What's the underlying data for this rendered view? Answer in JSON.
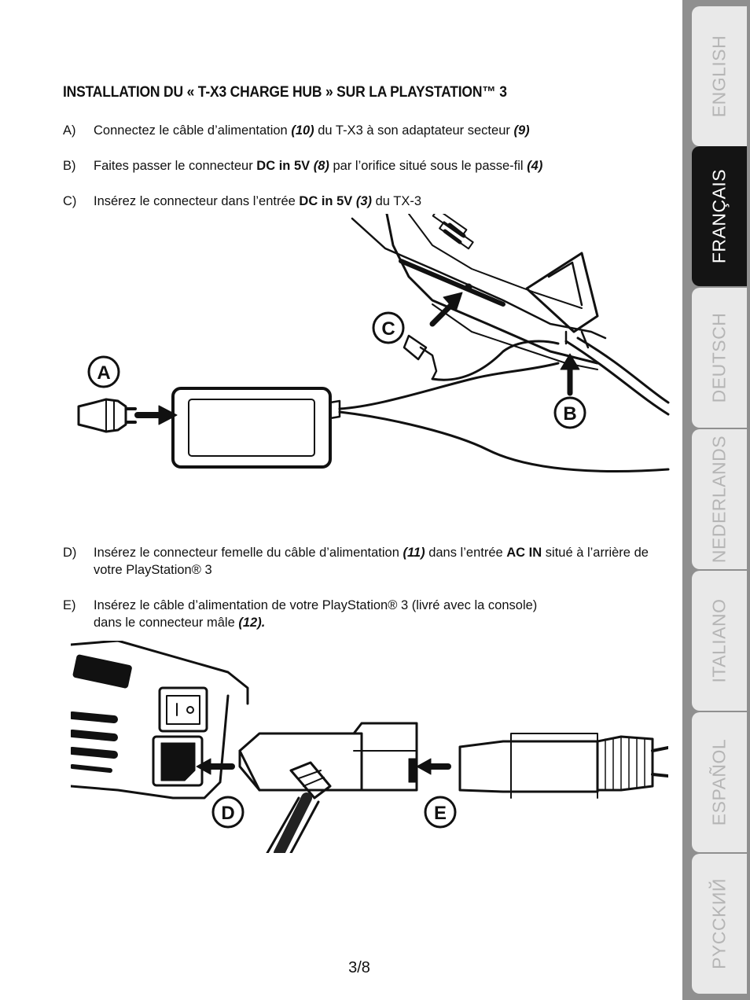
{
  "title": "INSTALLATION DU « T-X3 CHARGE HUB » SUR LA PLAYSTATION™ 3",
  "steps": {
    "a": {
      "letter": "A)",
      "t1": "Connectez le câble d’alimentation ",
      "r1": "(10)",
      "t2": "  du T-X3 à son adaptateur secteur ",
      "r2": "(9)"
    },
    "b": {
      "letter": "B)",
      "t1": "Faites passer le connecteur ",
      "b1": "DC in 5V",
      "r1": "(8)",
      "t2": " par l’orifice situé sous le passe-fil ",
      "r2": "(4)"
    },
    "c": {
      "letter": "C)",
      "t1": "Insérez le connecteur dans l’entrée ",
      "b1": "DC in 5V",
      "r1": "(3)",
      "t2": " du TX-3"
    },
    "d": {
      "letter": "D)",
      "t1": "Insérez le connecteur femelle du câble d’alimentation ",
      "r1": "(11)",
      "t2": " dans l’entrée ",
      "b1": "AC IN",
      "t3": " situé à l’arrière de",
      "line2": "votre PlayStation® 3"
    },
    "e": {
      "letter": "E)",
      "line1": "Insérez le câble d’alimentation de votre PlayStation® 3 (livré avec la console)",
      "t2": "dans le connecteur mâle ",
      "r2": "(12)."
    }
  },
  "figure1": {
    "labels": [
      "A",
      "B",
      "C"
    ]
  },
  "figure2": {
    "labels": [
      "D",
      "E"
    ]
  },
  "languages": [
    "ENGLISH",
    "FRANÇAIS",
    "DEUTSCH",
    "NEDERLANDS",
    "ITALIANO",
    "ESPAÑOL",
    "PYCCKИЙ"
  ],
  "active_language": "FRANÇAIS",
  "page_number": "3/8"
}
